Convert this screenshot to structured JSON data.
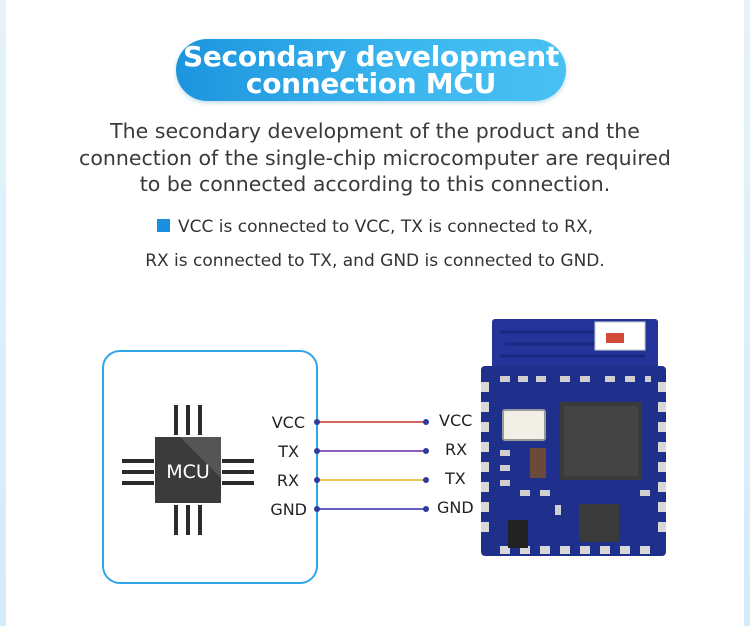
{
  "title": {
    "line1": "Secondary development",
    "line2": "connection MCU"
  },
  "description": [
    "The secondary development of the product and the",
    "connection of the single-chip microcomputer are required",
    "to be connected according to this connection."
  ],
  "bullet": {
    "line1": "VCC is connected to VCC, TX is connected to RX,",
    "line2": "RX is connected to TX, and GND is connected to GND."
  },
  "mcu": {
    "chip_label": "MCU",
    "pins": [
      "VCC",
      "TX",
      "RX",
      "GND"
    ]
  },
  "module": {
    "pins": [
      "VCC",
      "RX",
      "TX",
      "GND"
    ]
  },
  "colors": {
    "accent": "#2ea6e8",
    "wire_vcc": "#c0392b",
    "wire_tx": "#6a2aa8",
    "wire_rx": "#e6b422",
    "wire_gnd": "#2f2aa8",
    "pcb": "#1f2f8c",
    "chip": "#3a3a3a"
  }
}
